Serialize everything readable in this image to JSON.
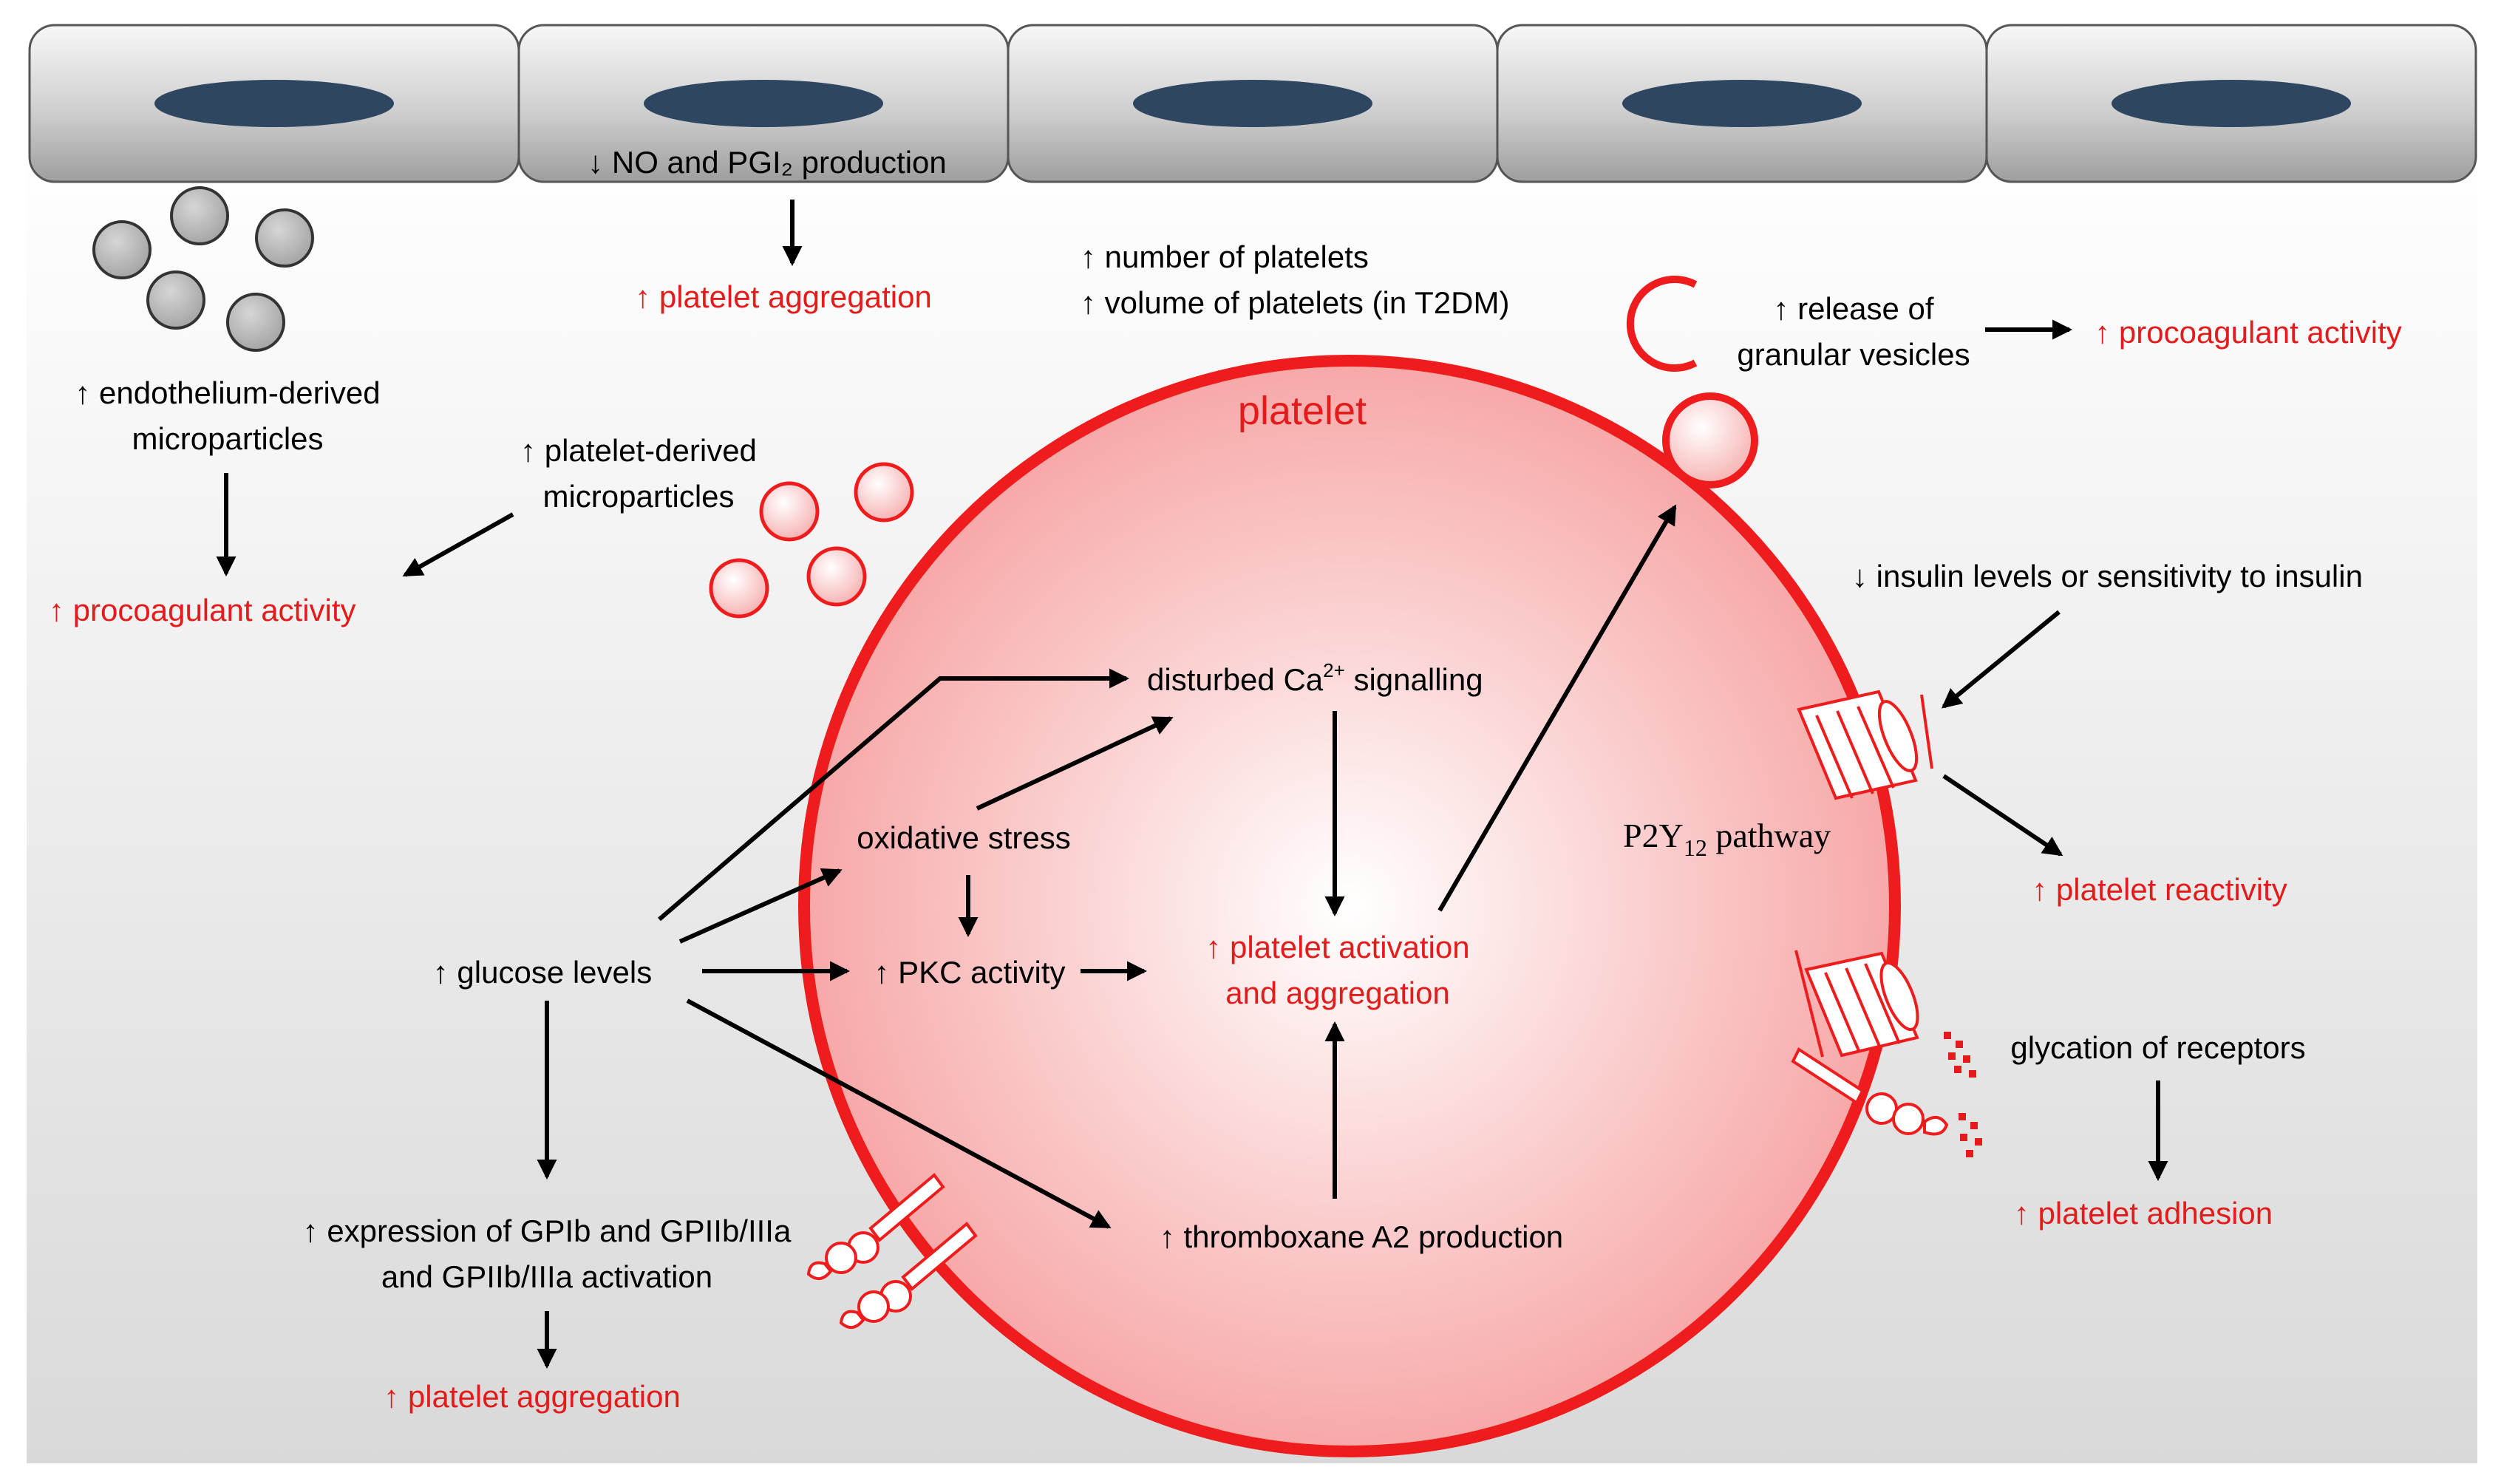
{
  "labels": {
    "no_pgi2": "↓ NO and PGI₂ production",
    "platelet_aggregation_top": "↑ platelet aggregation",
    "number_platelets": "↑ number of platelets",
    "volume_platelets": "↑ volume of platelets (in T2DM)",
    "release_line1": "↑ release of",
    "release_line2": "granular vesicles",
    "procoag_right": "↑ procoagulant activity",
    "platelet_title": "platelet",
    "endo_line1": "↑ endothelium-derived",
    "endo_line2": "microparticles",
    "pdmp_line1": "↑ platelet-derived",
    "pdmp_line2": "microparticles",
    "procoag_left": "↑ procoagulant activity",
    "insulin": "↓ insulin levels or sensitivity to insulin",
    "ca_prefix": "disturbed Ca",
    "ca_sup": "2+",
    "ca_suffix": " signalling",
    "oxidative": "oxidative stress",
    "p2y_main": "P2Y",
    "p2y_sub": "12",
    "p2y_suffix": " pathway",
    "reactivity": "↑ platelet reactivity",
    "glucose": "↑ glucose levels",
    "pkc": "↑ PKC activity",
    "activation_line1": "↑ platelet activation",
    "activation_line2": "and aggregation",
    "glycation": "glycation of receptors",
    "adhesion": "↑ platelet adhesion",
    "gp_line1": "↑ expression of GPIb and GPIIb/IIIa",
    "gp_line2": "and GPIIb/IIIa activation",
    "thromboxane": "↑ thromboxane A2 production",
    "platelet_aggregation_bottom": "↑ platelet aggregation"
  },
  "colors": {
    "red_text": "#e31b1b",
    "platelet_border": "#ee1c1c",
    "platelet_fill": "#f7b0b0",
    "nucleus": "#2e4660",
    "gray_particle": "#b5b5b5",
    "endothelial_cell": "#c8c8c8"
  }
}
